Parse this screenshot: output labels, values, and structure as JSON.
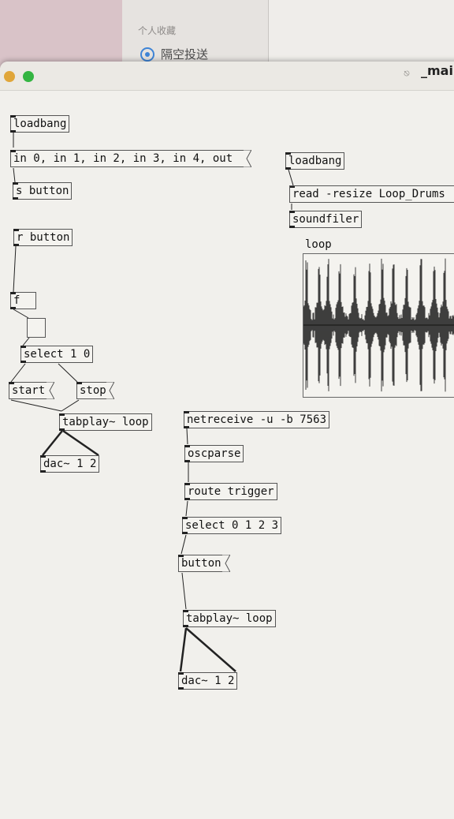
{
  "background": {
    "favorites_title": "个人收藏",
    "airdrop_label": "隔空投送"
  },
  "window": {
    "title": "_mai",
    "traffic_lights": [
      "yellow",
      "green"
    ]
  },
  "objects": {
    "loadbang_left": "loadbang",
    "inlets_msg": "in 0, in 1, in 2, in 3, in 4, out",
    "s_button": "s button",
    "r_button": "r button",
    "f": "f",
    "select_1_0": "select 1 0",
    "start_msg": "start",
    "stop_msg": "stop",
    "tabplay_left": "tabplay~ loop",
    "dac_left": "dac~ 1 2",
    "loadbang_right": "loadbang",
    "read_msg": "read -resize Loop_Drums",
    "soundfiler": "soundfiler",
    "netreceive": "netreceive -u -b 7563",
    "oscparse": "oscparse",
    "route_trigger": "route trigger",
    "select_0123": "select 0 1 2 3",
    "button_msg": "button",
    "tabplay_right": "tabplay~ loop",
    "dac_right": "dac~ 1 2"
  },
  "array": {
    "label": "loop",
    "color": "#111111"
  }
}
